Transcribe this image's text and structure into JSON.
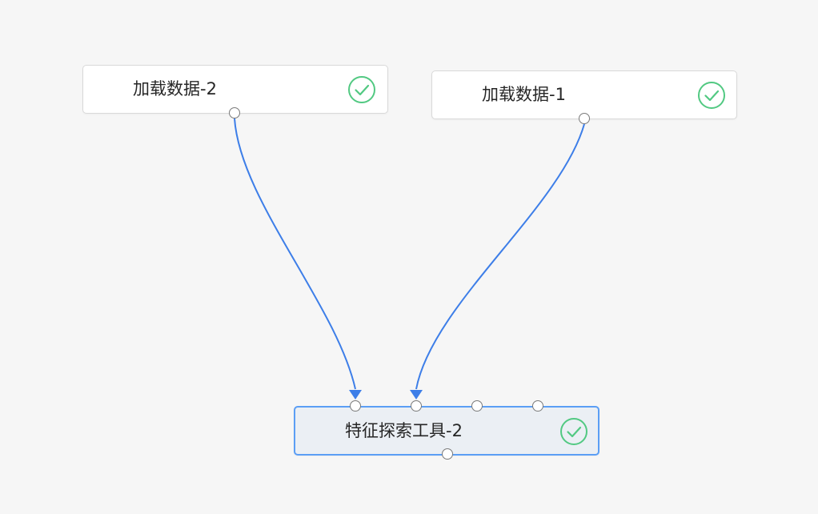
{
  "nodes": [
    {
      "id": "load-2",
      "label": "加载数据-2",
      "status": "success-check-icon"
    },
    {
      "id": "load-1",
      "label": "加载数据-1",
      "status": "success-check-icon"
    },
    {
      "id": "feature-explore-2",
      "label": "特征探索工具-2",
      "status": "success-check-icon",
      "selected": true
    }
  ],
  "edges": [
    {
      "from": "load-2",
      "to": "feature-explore-2"
    },
    {
      "from": "load-1",
      "to": "feature-explore-2"
    }
  ],
  "colors": {
    "canvas_bg": "#f6f6f6",
    "edge": "#3d7ee8",
    "success": "#52c982",
    "selected_border": "#5b9ef5",
    "selected_bg": "#ebeff4",
    "node_border": "#d9d9d9"
  }
}
